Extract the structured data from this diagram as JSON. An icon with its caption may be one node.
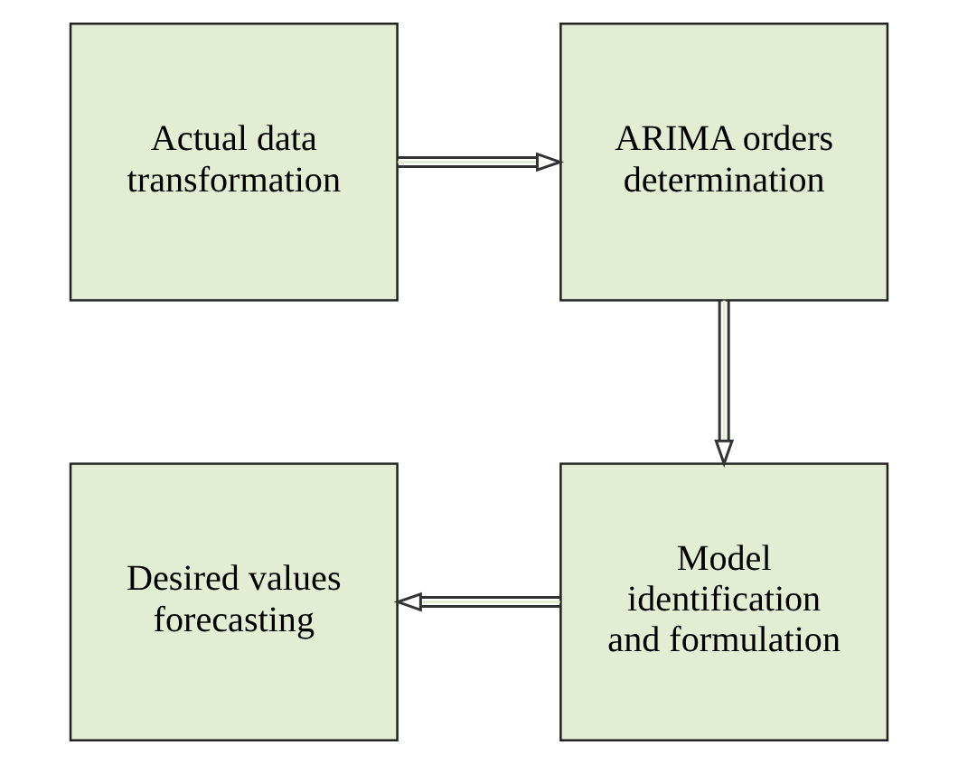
{
  "diagram": {
    "nodes": [
      {
        "text": [
          "Actual data transformation"
        ]
      },
      {
        "text": [
          "ARIMA orders determination"
        ]
      },
      {
        "text": [
          "Model identification and formulation"
        ]
      },
      {
        "text": [
          "Desired values forecasting"
        ]
      }
    ],
    "edges": [
      {
        "from": 0,
        "to": 1,
        "arrow": "to"
      },
      {
        "from": 1,
        "to": 2,
        "arrow": "to"
      },
      {
        "from": 2,
        "to": 3,
        "arrow": "to"
      }
    ]
  }
}
